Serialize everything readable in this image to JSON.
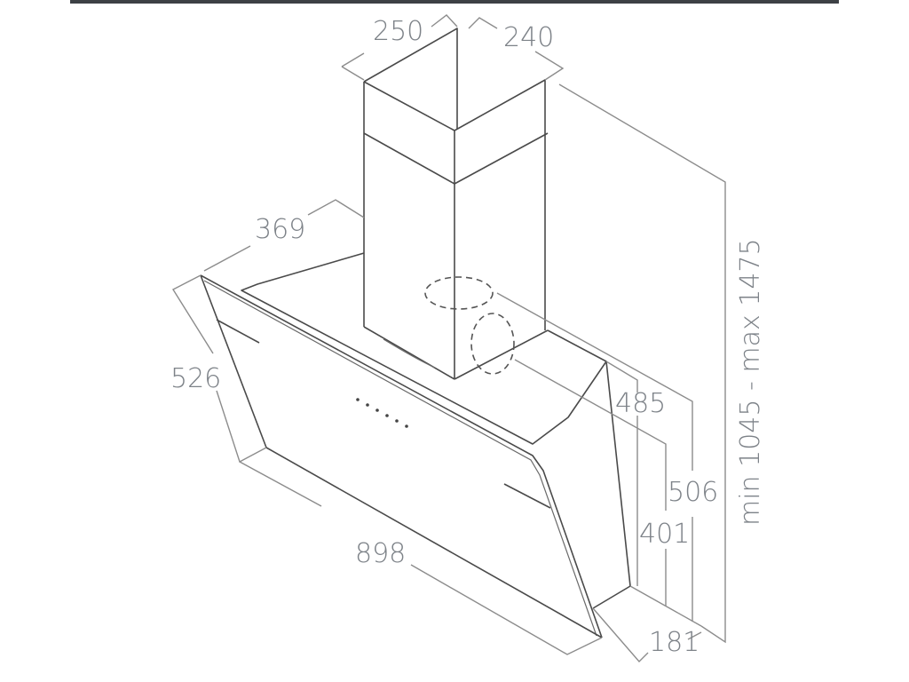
{
  "title": "Cooker hood dimension drawing",
  "units": "mm",
  "dimensions": {
    "chimney_width": "250",
    "chimney_depth": "240",
    "hood_depth_top": "369",
    "glass_height": "526",
    "hood_width": "898",
    "height_485": "485",
    "height_401": "401",
    "height_506": "506",
    "bottom_depth": "181",
    "total_height": "min 1045 - max 1475"
  },
  "colors": {
    "line": "#4a4a4a",
    "dimension_line": "#8c8c8c",
    "label": "#7d8288",
    "top_bar": "#3d4145"
  }
}
